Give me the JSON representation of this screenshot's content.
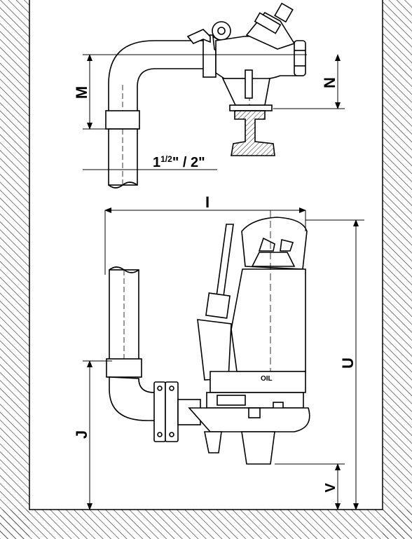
{
  "labels": {
    "m": "M",
    "n": "N",
    "pipe_whole": "1",
    "pipe_fraction": "1/2",
    "pipe_suffix": "\" / 2\"",
    "i": "I",
    "u": "U",
    "j": "J",
    "v": "V",
    "oil": "OIL"
  }
}
